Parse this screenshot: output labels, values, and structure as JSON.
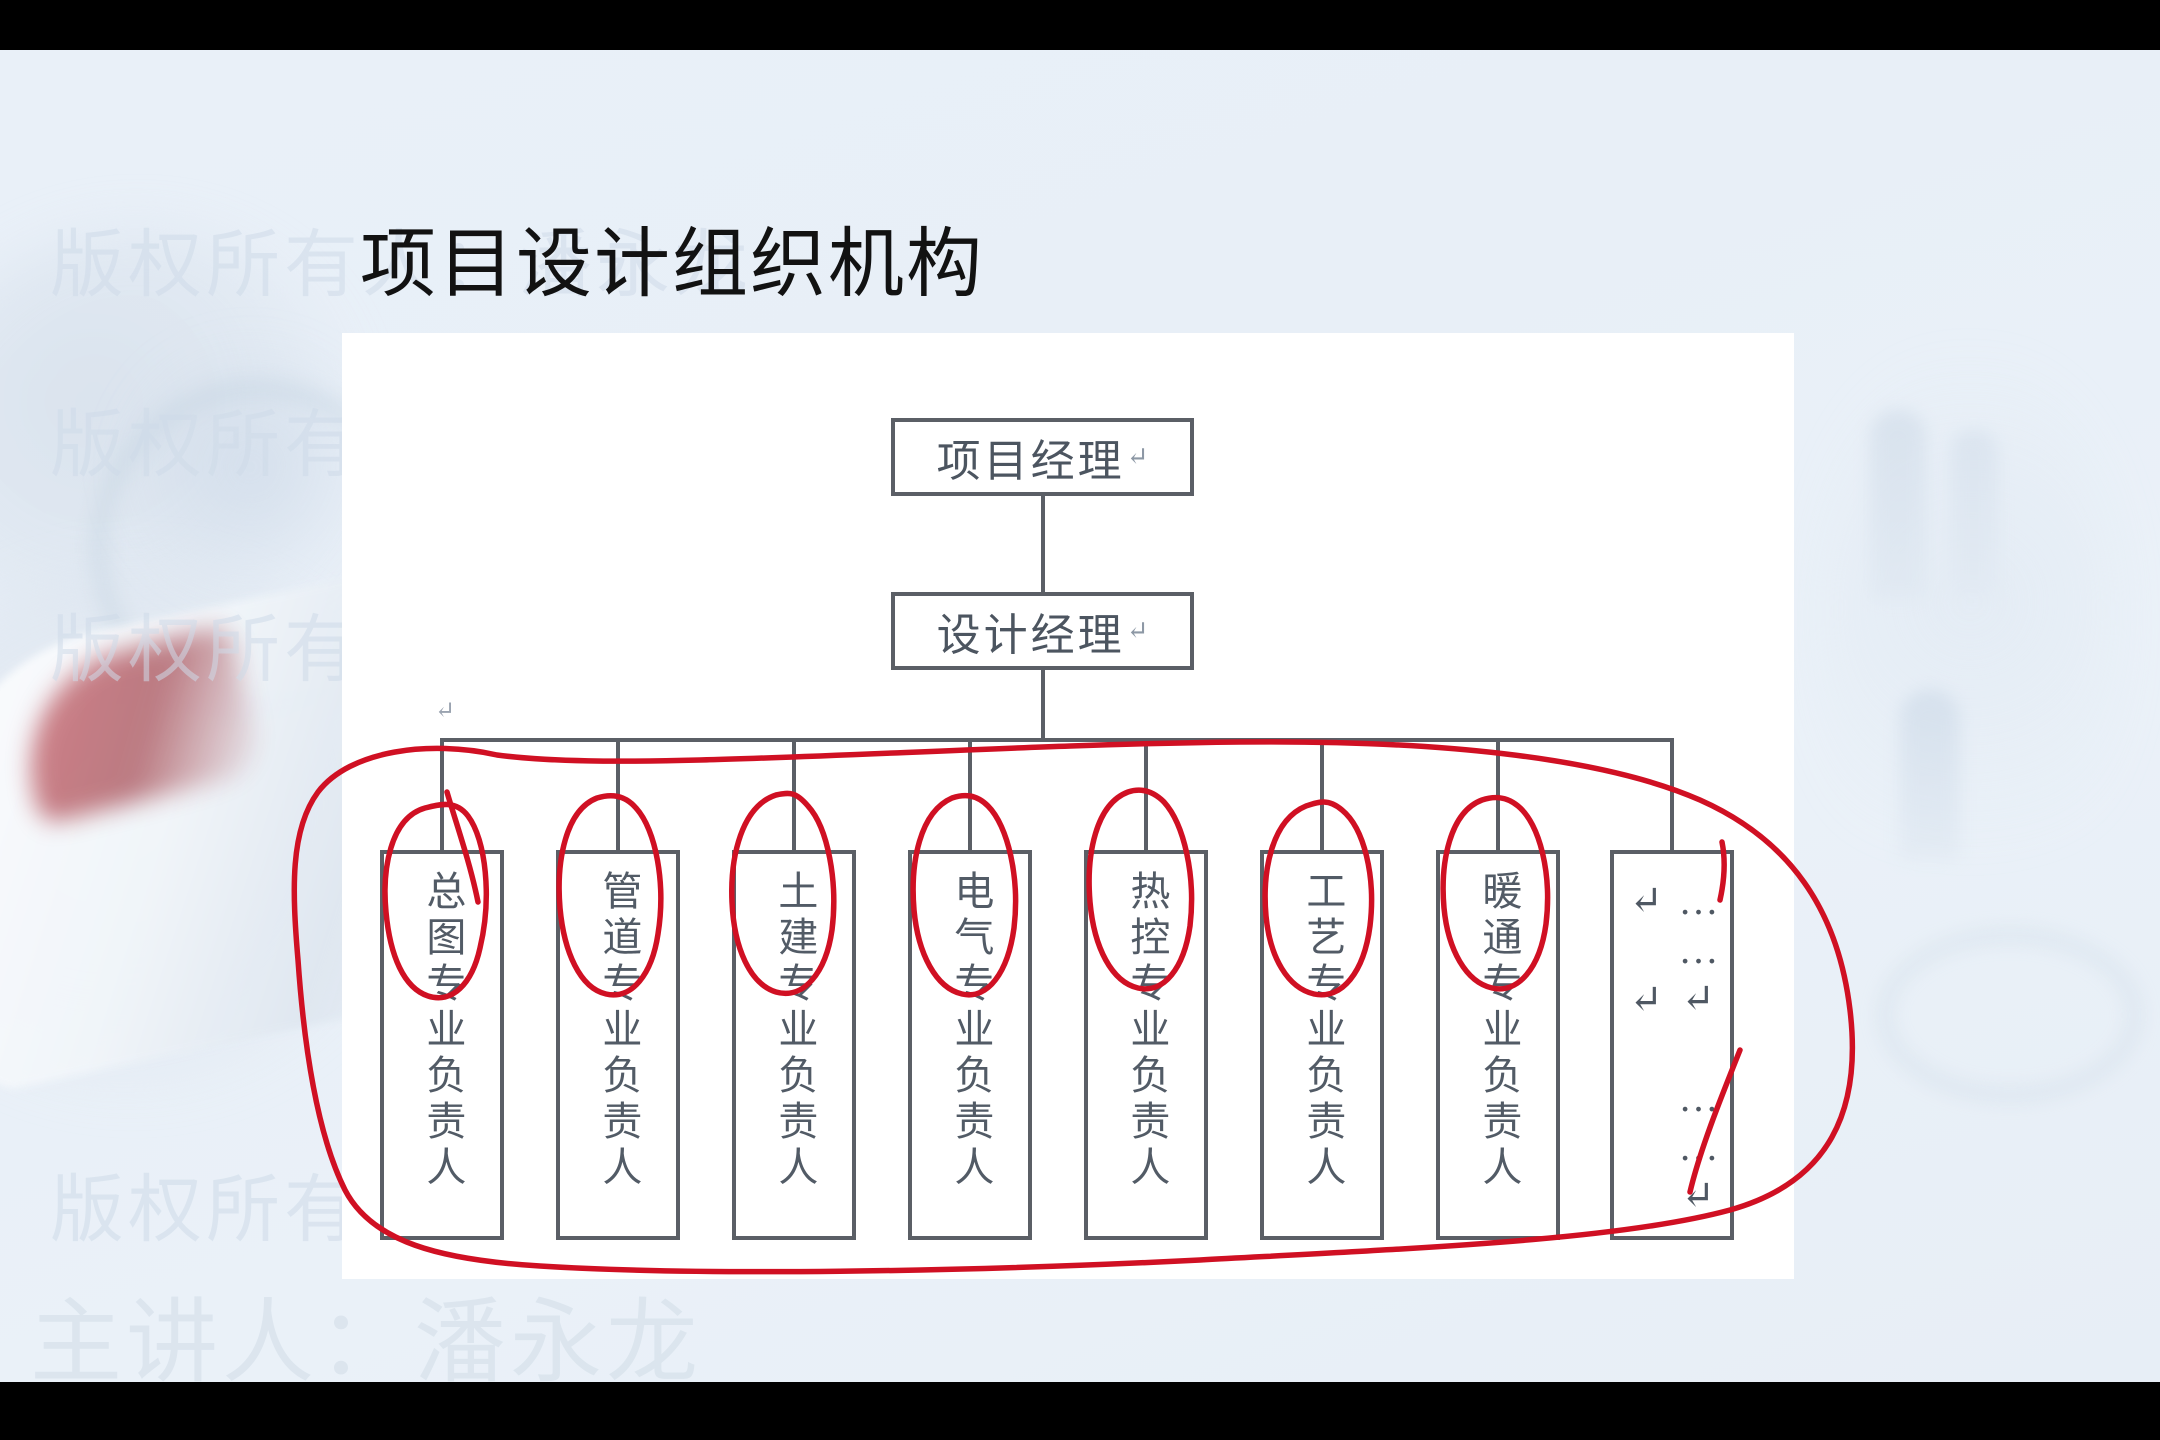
{
  "slide": {
    "title": "项目设计组织机构",
    "background_color": "#e9f0f8",
    "panel_color": "#ffffff",
    "ink_color": "#d01023",
    "line_color": "#5b5f66"
  },
  "watermarks": [
    {
      "text": "版权所有人：潘永龙"
    },
    {
      "text": "版权所有人：潘永龙"
    },
    {
      "text": "版权所有人：潘永龙"
    },
    {
      "text": "版权所有人：潘永龙"
    },
    {
      "text": "主讲人：潘永龙"
    }
  ],
  "chart": {
    "pilcrow": "↵",
    "top_nodes": [
      {
        "label": "项目经理",
        "mark": "↵"
      },
      {
        "label": "设计经理",
        "mark": "↵"
      }
    ],
    "leaf_nodes": [
      {
        "label": "总图专业负责人",
        "mark": "↵",
        "circled": true
      },
      {
        "label": "管道专业负责人",
        "mark": "↵",
        "circled": true
      },
      {
        "label": "土建专业负责人",
        "mark": "↵",
        "circled": true
      },
      {
        "label": "电气专业负责人",
        "mark": "↵",
        "circled": true
      },
      {
        "label": "热控专业负责人",
        "mark": "↵",
        "circled": true
      },
      {
        "label": "工艺专业负责人",
        "mark": "↵",
        "circled": true
      },
      {
        "label": "暖通专业负责人",
        "mark": "↵",
        "circled": true
      },
      {
        "label": "……↵\n……↵\n↵\n↵",
        "mark": "",
        "circled": false
      }
    ],
    "stray_mark": "↵"
  },
  "annotation": {
    "description": "手写红圈标注",
    "color": "#d01023",
    "circled_terms": [
      "总图",
      "管道",
      "土建",
      "电气",
      "热控",
      "工艺",
      "暖通"
    ],
    "outer_loop": true
  }
}
